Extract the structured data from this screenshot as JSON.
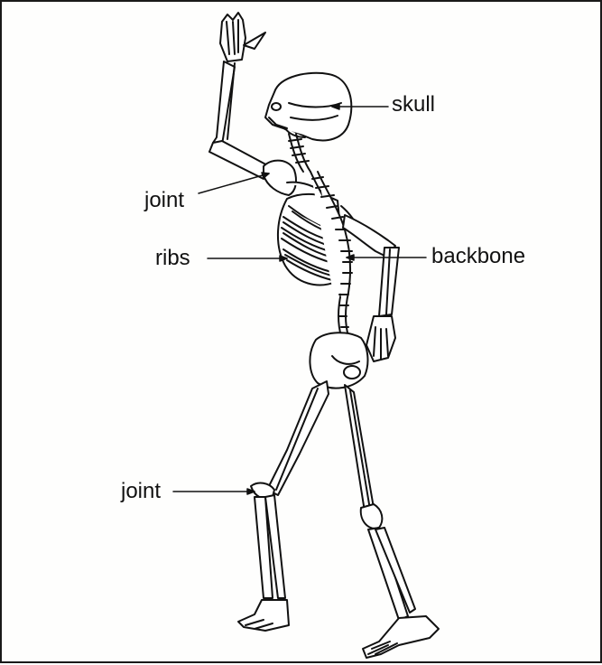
{
  "labels": {
    "skull": "skull",
    "joint_upper": "joint",
    "ribs": "ribs",
    "backbone": "backbone",
    "joint_lower": "joint"
  },
  "colors": {
    "ink": "#111111",
    "bone": "#ffffff",
    "border": "#1a1a1a"
  }
}
